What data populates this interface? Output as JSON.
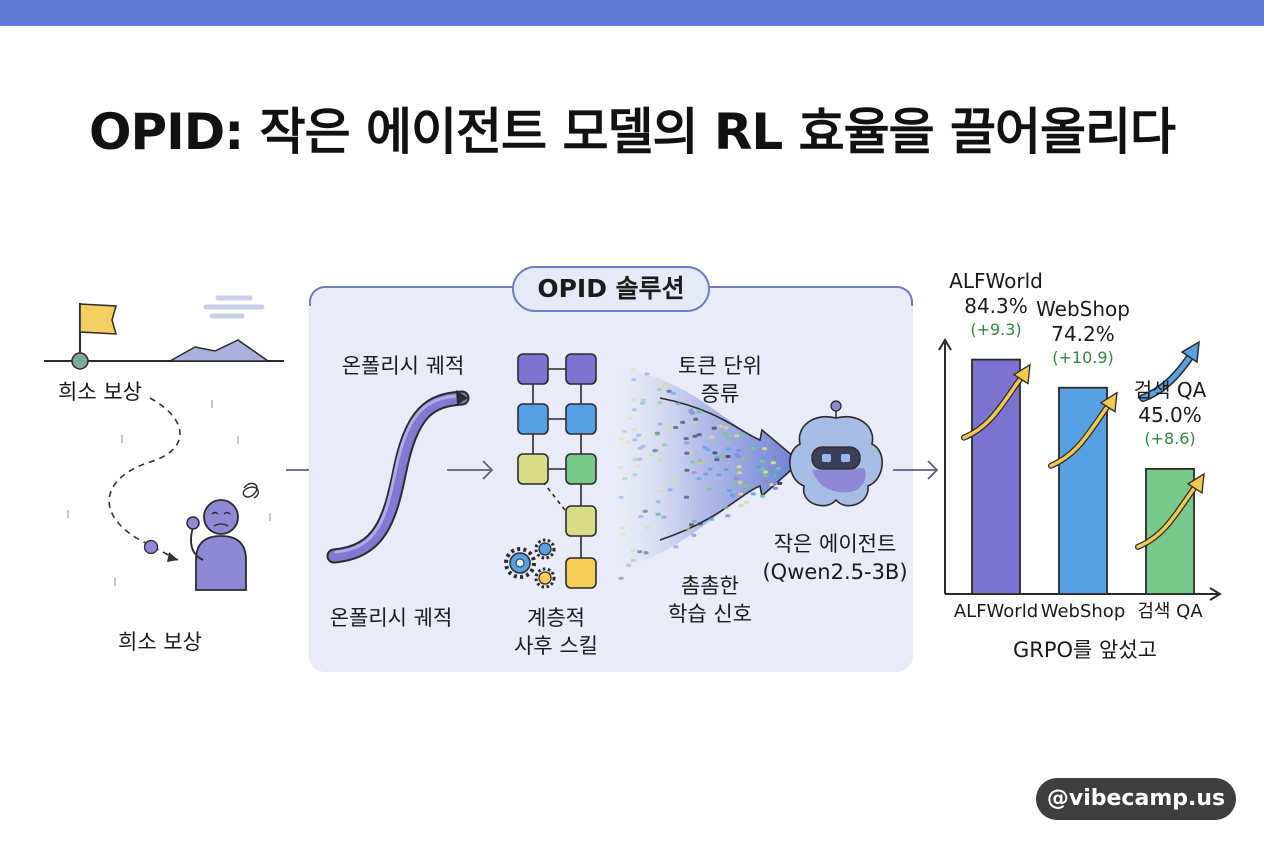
{
  "title": "OPID: 작은 에이전트 모델의 RL 효율을 끌어올리다",
  "left_section": {
    "sparse_reward_top": "희소 보상",
    "sparse_reward_bottom": "희소 보상"
  },
  "solution": {
    "pill_label": "OPID 솔루션",
    "trajectory_top": "온폴리시 궤적",
    "trajectory_bottom": "온폴리시 궤적",
    "skills_label_line1": "계층적",
    "skills_label_line2": "사후 스킬",
    "distill_line1": "토큰 단위",
    "distill_line2": "증류",
    "signal_line1": "촘촘한",
    "signal_line2": "학습 신호",
    "agent_line1": "작은 에이전트",
    "agent_line2": "(Qwen2.5-3B)"
  },
  "chart_data": {
    "type": "bar",
    "categories": [
      "ALFWorld",
      "WebShop",
      "검색 QA"
    ],
    "values": [
      84.3,
      74.2,
      45.0
    ],
    "value_labels": [
      "84.3%",
      "74.2%",
      "45.0%"
    ],
    "delta_labels": [
      "(+9.3)",
      "(+10.9)",
      "(+8.6)"
    ],
    "top_labels": [
      "ALFWorld",
      "WebShop",
      "검색 QA"
    ],
    "ylim": [
      0,
      100
    ],
    "xlabel": "GRPO를 앞섰고",
    "colors": [
      "#7c73d0",
      "#58a0e4",
      "#77c98a"
    ],
    "arrow_color": "#f2c94c"
  },
  "watermark": "@vibecamp.us",
  "colors": {
    "topbar": "#5f7bd6",
    "panel": "#e9ecf8",
    "accent": "#6d7dc6",
    "node_purple": "#7c73d0",
    "node_blue": "#58a0e4",
    "node_yellow": "#d9dc86",
    "node_green": "#77c98a",
    "node_gold": "#f5cf55"
  }
}
